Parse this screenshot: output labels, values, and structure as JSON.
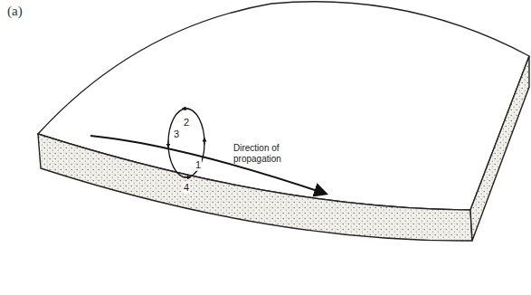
{
  "diagram": {
    "labels": [
      "(a)",
      "2",
      "3",
      "1",
      "4",
      "Direction of propagation"
    ]
  }
}
